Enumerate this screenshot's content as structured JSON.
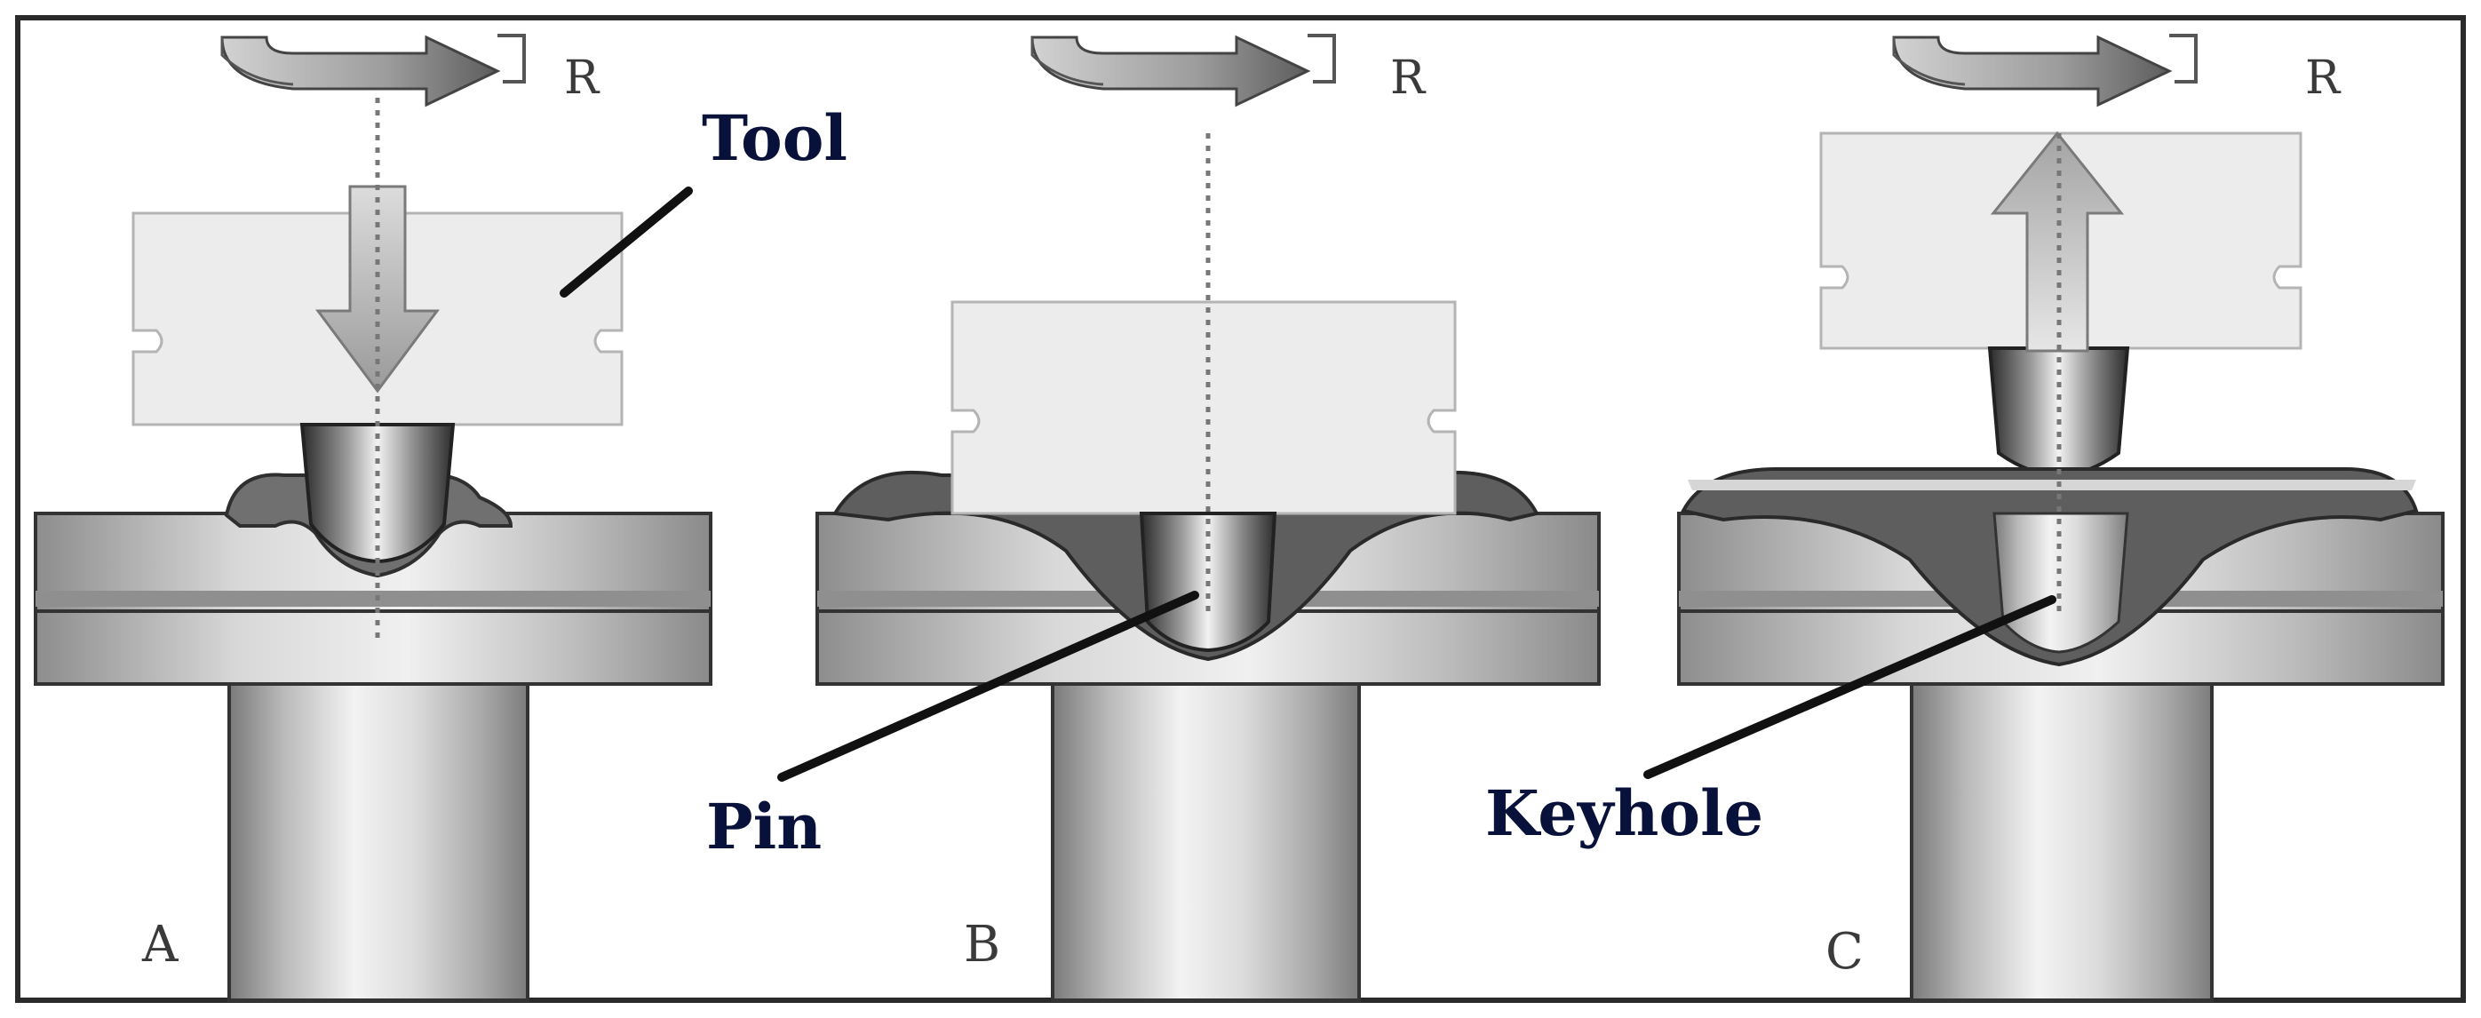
{
  "figure": {
    "panels": [
      {
        "letter": "A",
        "rotation_label": "R",
        "stage": "plunge",
        "tool_motion": "down-arrow"
      },
      {
        "letter": "B",
        "rotation_label": "R",
        "stage": "stir",
        "tool_motion": "none"
      },
      {
        "letter": "C",
        "rotation_label": "R",
        "stage": "retract",
        "tool_motion": "up-arrow"
      }
    ],
    "callouts": {
      "tool": "Tool",
      "pin": "Pin",
      "keyhole": "Keyhole"
    },
    "colors": {
      "tool_body": "#ececec",
      "sheet_upper": "#c9c9c9",
      "sheet_band": "#8f8f8f",
      "stir_zone": "#5e5e5e",
      "backing": "#d4d4d4",
      "callout_text": "#08113a",
      "pointer_line": "#111111"
    }
  }
}
